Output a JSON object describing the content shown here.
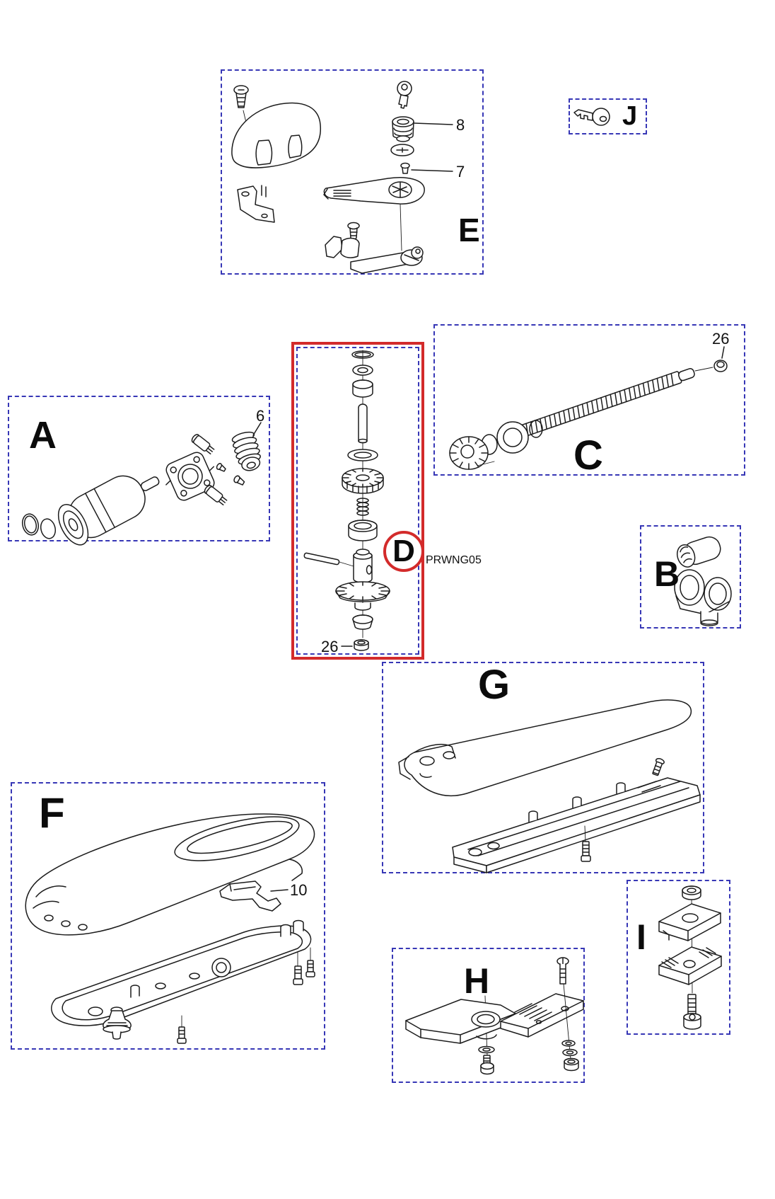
{
  "diagram": {
    "selected_part_code": "PRWNG05",
    "colors": {
      "background": "#ffffff",
      "section_border": "#3737b6",
      "highlight": "#d32b2b",
      "ink": "#1c1c1c"
    },
    "sections": {
      "a": {
        "label": "A",
        "callouts": {
          "c6": "6"
        }
      },
      "b": {
        "label": "B"
      },
      "c": {
        "label": "C",
        "callouts": {
          "c26": "26"
        }
      },
      "d": {
        "label": "D",
        "selected": true,
        "part_code": "PRWNG05",
        "callouts": {
          "c26": "26"
        }
      },
      "e": {
        "label": "E",
        "callouts": {
          "c8": "8",
          "c7": "7"
        }
      },
      "f": {
        "label": "F",
        "callouts": {
          "c10": "10"
        }
      },
      "g": {
        "label": "G"
      },
      "h": {
        "label": "H"
      },
      "i": {
        "label": "I"
      },
      "j": {
        "label": "J"
      }
    }
  }
}
